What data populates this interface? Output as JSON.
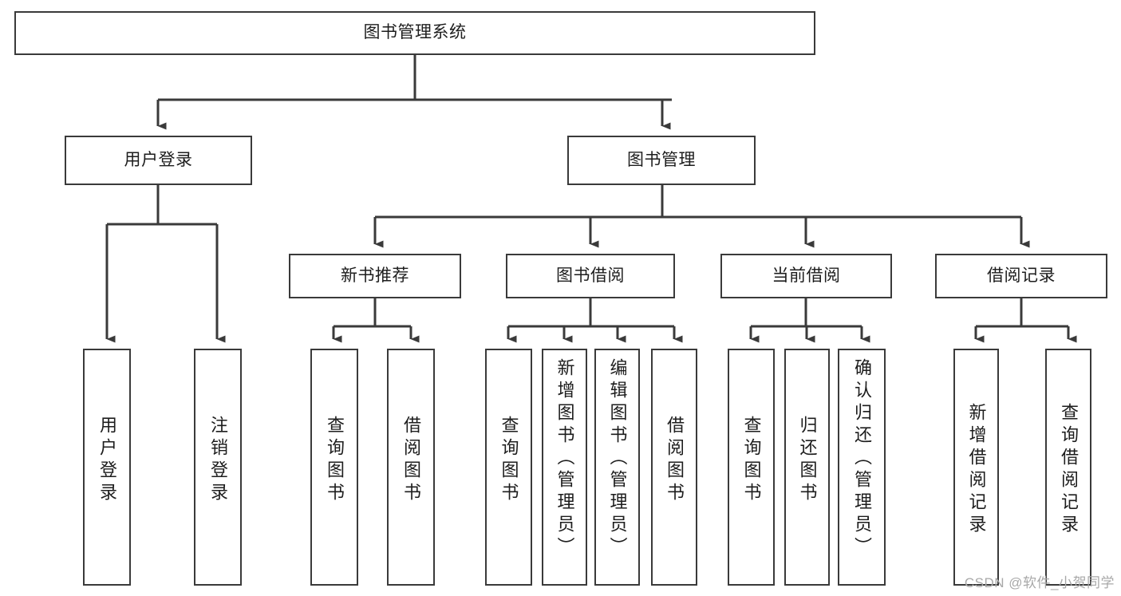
{
  "diagram": {
    "title": "图书管理系统",
    "type": "tree",
    "watermark": "CSDN @软件_小贺同学",
    "stroke_color": "#3a3a3a",
    "fill_color": "#ffffff",
    "text_color": "#1d1d1d",
    "nodes": {
      "root": "图书管理系统",
      "level2": {
        "user_login": "用户登录",
        "book_manage": "图书管理"
      },
      "level3": {
        "new_book_recommend": "新书推荐",
        "book_borrow": "图书借阅",
        "current_borrow": "当前借阅",
        "borrow_record": "借阅记录"
      },
      "leaves": {
        "user_login_leaf": "用户登录",
        "logout_leaf": "注销登录",
        "query_book_rec": "查询图书",
        "borrow_book_rec": "借阅图书",
        "query_book_borrow": "查询图书",
        "add_book_admin": "新增图书（管理员）",
        "edit_book_admin": "编辑图书（管理员）",
        "borrow_book": "借阅图书",
        "query_book_current": "查询图书",
        "return_book": "归还图书",
        "confirm_return_admin": "确认归还（管理员）",
        "add_borrow_record": "新增借阅记录",
        "query_borrow_record": "查询借阅记录"
      }
    }
  }
}
